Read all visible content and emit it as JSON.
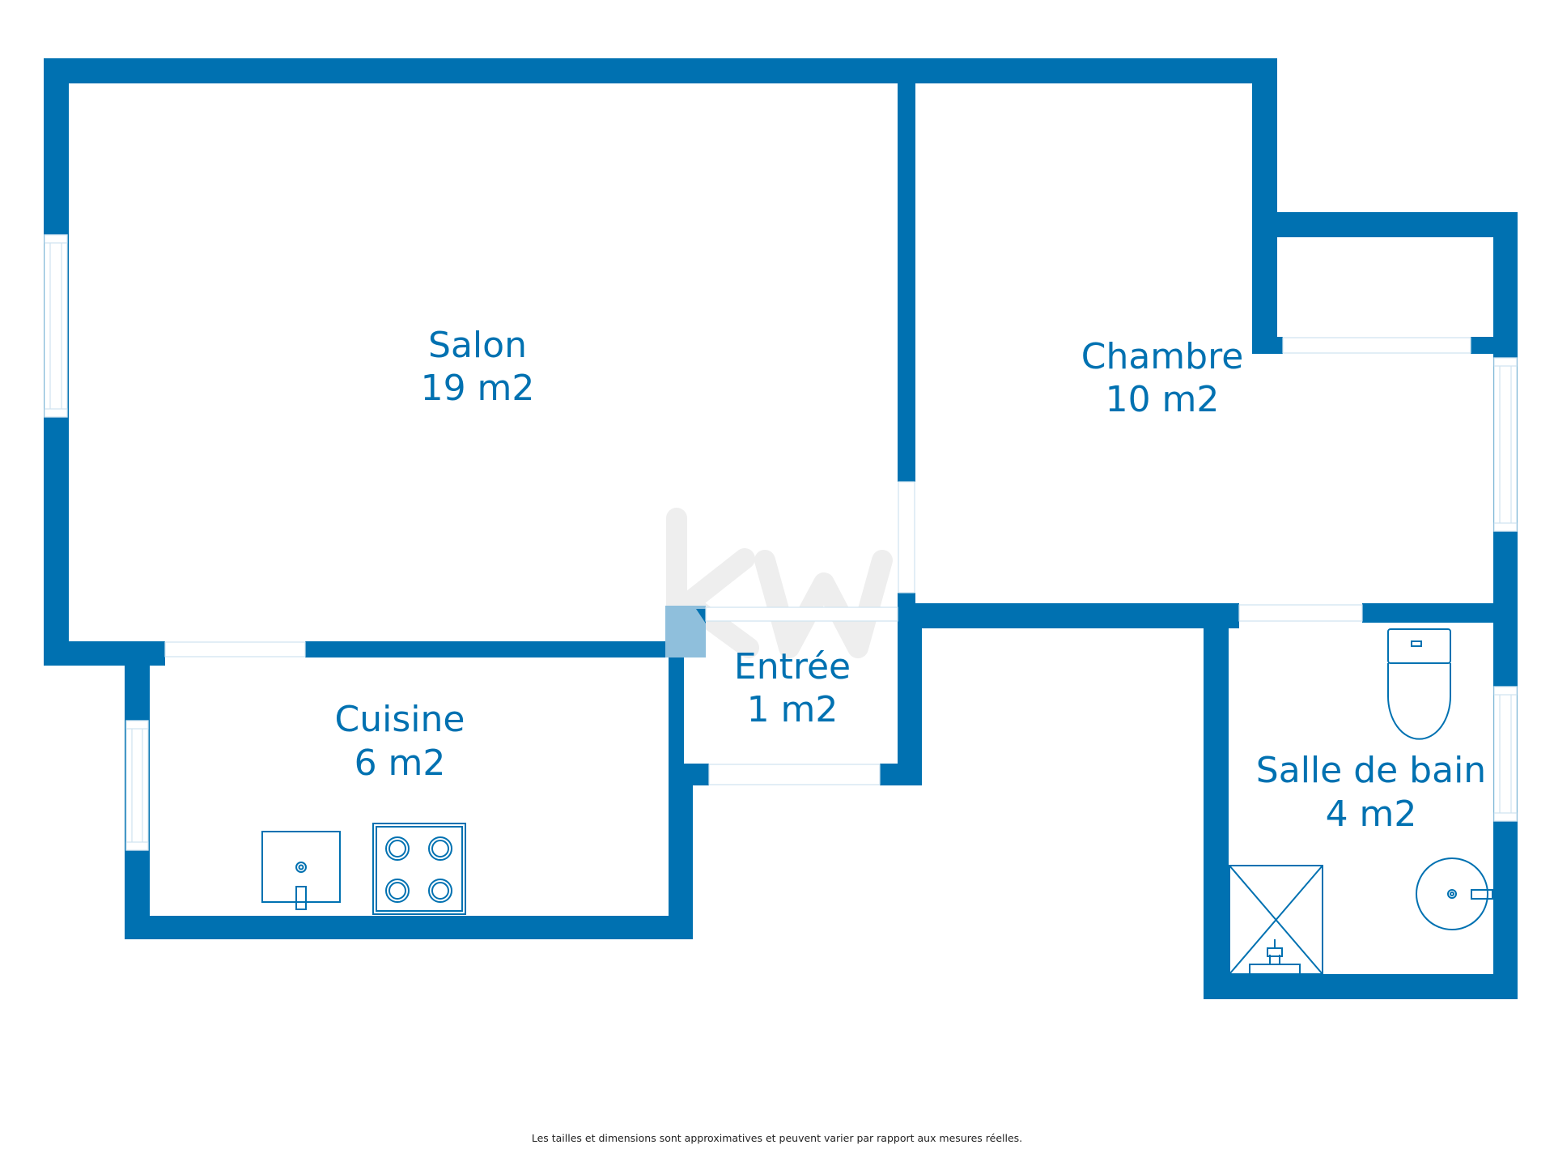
{
  "colors": {
    "wall": "#0071b1",
    "background": "#ffffff",
    "opening": "#cfe3ef",
    "watermark": "#eeeeee",
    "door_jamb": "#8fbfdc",
    "text": "#0071b1"
  },
  "rooms": [
    {
      "id": "salon",
      "name": "Salon",
      "area": "19 m2"
    },
    {
      "id": "chambre",
      "name": "Chambre",
      "area": "10 m2"
    },
    {
      "id": "cuisine",
      "name": "Cuisine",
      "area": "6 m2"
    },
    {
      "id": "entree",
      "name": "Entrée",
      "area": "1 m2"
    },
    {
      "id": "salle-de-bain",
      "name": "Salle de bain",
      "area": "4 m2"
    }
  ],
  "fixtures": [
    "sink-icon",
    "stove-icon",
    "toilet-icon",
    "washbasin-icon",
    "shower-icon"
  ],
  "watermark_logo": "kw",
  "footer": {
    "disclaimer": "Les tailles et dimensions sont approximatives et peuvent varier par rapport aux mesures réelles."
  }
}
